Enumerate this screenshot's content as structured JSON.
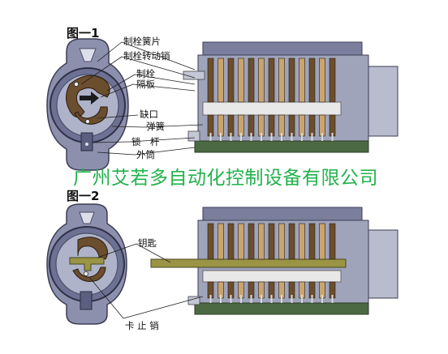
{
  "figure1": {
    "title": "图一1",
    "labels": {
      "latch_spring_plate": "制栓簧片",
      "latch_rotate_pin": "制栓转动销",
      "latch": "制栓",
      "partition": "隔板",
      "notch": "缺口",
      "spring": "弹簧",
      "lock_bar": "锁　杆",
      "outer_cylinder": "外筒"
    }
  },
  "figure2": {
    "title": "图一2",
    "labels": {
      "key": "钥匙",
      "stop_pin": "卡 止 销"
    }
  },
  "watermark": "广州艾若多自动化控制设备有限公司",
  "colors": {
    "housing": "#7c7f9e",
    "housing_dark": "#4b4e6a",
    "cylinder": "#9aa0b8",
    "latch": "#6b4e2e",
    "latch_light": "#c9a46e",
    "key": "#8e8a3e",
    "spring": "#d9d9d9",
    "base": "#3f5a3a",
    "watermark": "#22b24c"
  }
}
